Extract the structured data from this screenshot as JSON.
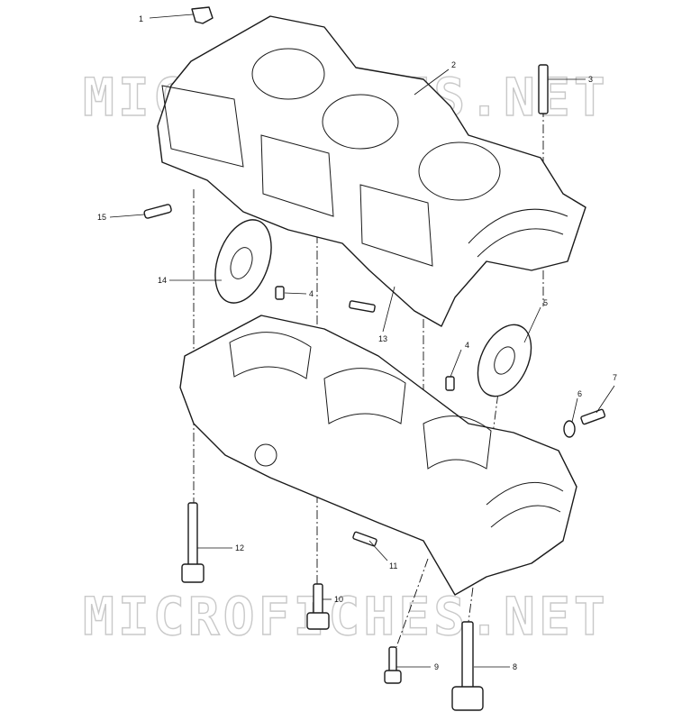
{
  "watermark": {
    "text": "MICROFICHES.NET"
  },
  "callouts": [
    {
      "id": "1",
      "label": "1"
    },
    {
      "id": "2",
      "label": "2"
    },
    {
      "id": "3",
      "label": "3"
    },
    {
      "id": "4a",
      "label": "4"
    },
    {
      "id": "4b",
      "label": "4"
    },
    {
      "id": "5",
      "label": "5"
    },
    {
      "id": "6",
      "label": "6"
    },
    {
      "id": "7",
      "label": "7"
    },
    {
      "id": "8",
      "label": "8"
    },
    {
      "id": "9",
      "label": "9"
    },
    {
      "id": "10",
      "label": "10"
    },
    {
      "id": "11",
      "label": "11"
    },
    {
      "id": "12",
      "label": "12"
    },
    {
      "id": "13",
      "label": "13"
    },
    {
      "id": "14",
      "label": "14"
    },
    {
      "id": "15",
      "label": "15"
    }
  ]
}
